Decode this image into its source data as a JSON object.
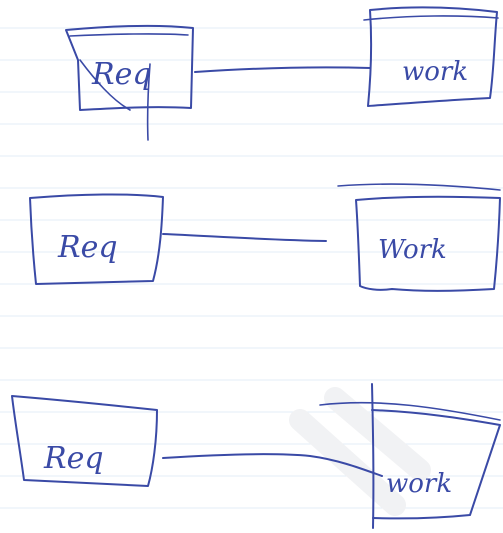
{
  "ink_color": "#3a4aa6",
  "rule_color": "#e3edf7",
  "diagrams": [
    {
      "left_label": "Req",
      "right_label": "work"
    },
    {
      "left_label": "Req",
      "right_label": "Work"
    },
    {
      "left_label": "Req",
      "right_label": "work"
    }
  ]
}
